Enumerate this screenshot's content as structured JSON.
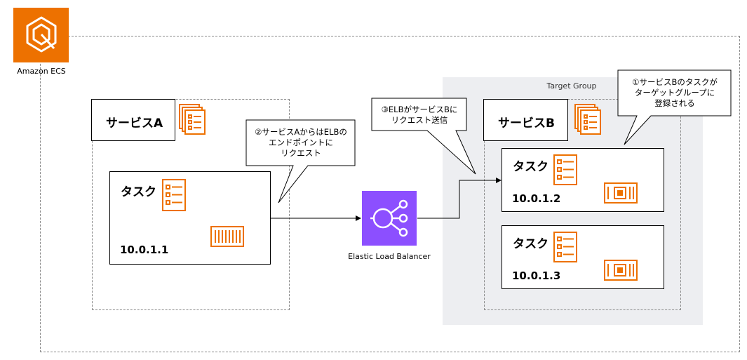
{
  "ecs": {
    "label": "Amazon ECS",
    "color": "#ED7100"
  },
  "target_group": {
    "label": "Target Group",
    "bg": "#EDEEF1"
  },
  "service_a": {
    "label": "サービスA",
    "task": {
      "label": "タスク",
      "ip": "10.0.1.1"
    }
  },
  "service_b": {
    "label": "サービスB",
    "tasks": [
      {
        "label": "タスク",
        "ip": "10.0.1.2"
      },
      {
        "label": "タスク",
        "ip": "10.0.1.3"
      }
    ]
  },
  "elb": {
    "label": "Elastic Load Balancer",
    "color": "#8C4FFF"
  },
  "callouts": {
    "step1": [
      "①サービスBのタスクが",
      "ターゲットグループに",
      "登録される"
    ],
    "step2": [
      "②サービスAからはELBの",
      "エンドポイントに",
      "リクエスト"
    ],
    "step3": [
      "③ELBがサービスBに",
      "リクエスト送信"
    ]
  }
}
